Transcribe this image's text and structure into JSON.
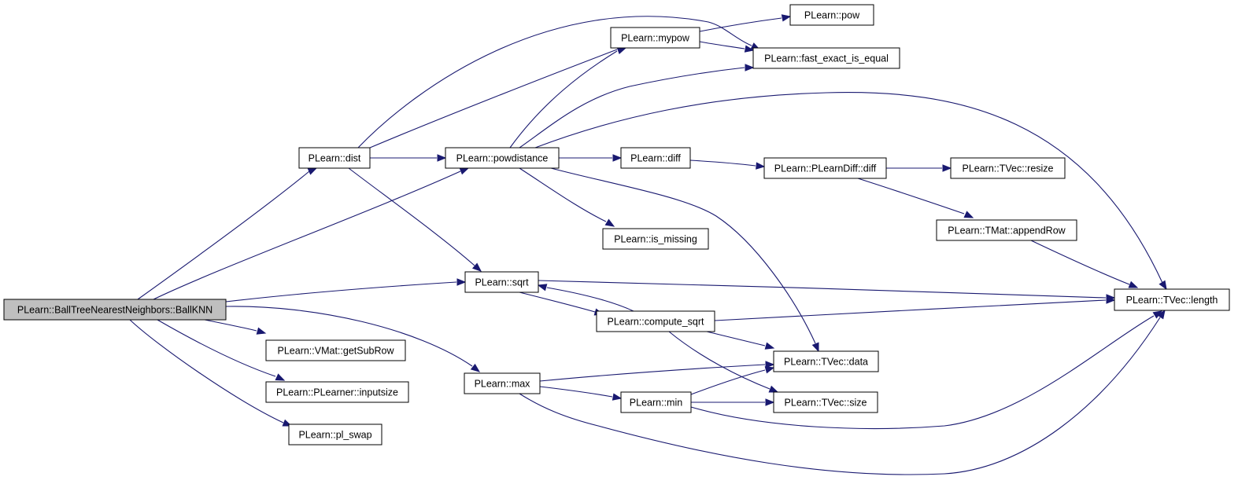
{
  "graph": {
    "edge_color": "#191970",
    "root_fill": "#bfbfbf",
    "nodes": [
      {
        "id": "ballknn",
        "label": "PLearn::BallTreeNearestNeighbors::BallKNN",
        "root": true
      },
      {
        "id": "dist",
        "label": "PLearn::dist"
      },
      {
        "id": "powdistance",
        "label": "PLearn::powdistance"
      },
      {
        "id": "sqrt",
        "label": "PLearn::sqrt"
      },
      {
        "id": "getsubrow",
        "label": "PLearn::VMat::getSubRow"
      },
      {
        "id": "inputsize",
        "label": "PLearn::PLearner::inputsize"
      },
      {
        "id": "plswap",
        "label": "PLearn::pl_swap"
      },
      {
        "id": "max",
        "label": "PLearn::max"
      },
      {
        "id": "mypow",
        "label": "PLearn::mypow"
      },
      {
        "id": "fexact",
        "label": "PLearn::fast_exact_is_equal"
      },
      {
        "id": "pow",
        "label": "PLearn::pow"
      },
      {
        "id": "length",
        "label": "PLearn::TVec::length"
      },
      {
        "id": "diff",
        "label": "PLearn::diff"
      },
      {
        "id": "ismissing",
        "label": "PLearn::is_missing"
      },
      {
        "id": "data",
        "label": "PLearn::TVec::data"
      },
      {
        "id": "pldiff",
        "label": "PLearn::PLearnDiff::diff"
      },
      {
        "id": "resize",
        "label": "PLearn::TVec::resize"
      },
      {
        "id": "appendrow",
        "label": "PLearn::TMat::appendRow"
      },
      {
        "id": "computesqrt",
        "label": "PLearn::compute_sqrt"
      },
      {
        "id": "size",
        "label": "PLearn::TVec::size"
      },
      {
        "id": "min",
        "label": "PLearn::min"
      }
    ],
    "edges": [
      {
        "from": "ballknn",
        "to": "dist"
      },
      {
        "from": "ballknn",
        "to": "powdistance"
      },
      {
        "from": "ballknn",
        "to": "sqrt"
      },
      {
        "from": "ballknn",
        "to": "getsubrow"
      },
      {
        "from": "ballknn",
        "to": "inputsize"
      },
      {
        "from": "ballknn",
        "to": "plswap"
      },
      {
        "from": "ballknn",
        "to": "max"
      },
      {
        "from": "dist",
        "to": "fexact"
      },
      {
        "from": "dist",
        "to": "mypow"
      },
      {
        "from": "dist",
        "to": "powdistance"
      },
      {
        "from": "dist",
        "to": "sqrt"
      },
      {
        "from": "powdistance",
        "to": "mypow"
      },
      {
        "from": "powdistance",
        "to": "fexact"
      },
      {
        "from": "powdistance",
        "to": "length"
      },
      {
        "from": "powdistance",
        "to": "diff"
      },
      {
        "from": "powdistance",
        "to": "ismissing"
      },
      {
        "from": "powdistance",
        "to": "data"
      },
      {
        "from": "mypow",
        "to": "pow"
      },
      {
        "from": "mypow",
        "to": "fexact"
      },
      {
        "from": "diff",
        "to": "pldiff"
      },
      {
        "from": "pldiff",
        "to": "resize"
      },
      {
        "from": "pldiff",
        "to": "appendrow"
      },
      {
        "from": "appendrow",
        "to": "length"
      },
      {
        "from": "sqrt",
        "to": "length"
      },
      {
        "from": "sqrt",
        "to": "computesqrt"
      },
      {
        "from": "computesqrt",
        "to": "sqrt"
      },
      {
        "from": "computesqrt",
        "to": "length"
      },
      {
        "from": "computesqrt",
        "to": "data"
      },
      {
        "from": "computesqrt",
        "to": "size"
      },
      {
        "from": "max",
        "to": "data"
      },
      {
        "from": "max",
        "to": "min"
      },
      {
        "from": "max",
        "to": "length"
      },
      {
        "from": "min",
        "to": "data"
      },
      {
        "from": "min",
        "to": "size"
      },
      {
        "from": "min",
        "to": "length"
      }
    ]
  }
}
